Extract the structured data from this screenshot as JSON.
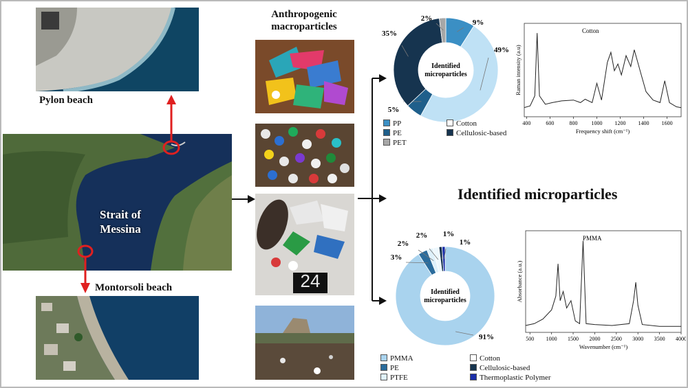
{
  "labels": {
    "pylon_beach": "Pylon beach",
    "montorsoli_beach": "Montorsoli beach",
    "strait_line1": "Strait of",
    "strait_line2": "Messina",
    "macro_line1": "Anthropogenic",
    "macro_line2": "macroparticles",
    "identified_title": "Identified microparticles",
    "sign_number": "24"
  },
  "chart_data": [
    {
      "type": "pie",
      "center_label": [
        "Identified",
        "microparticles"
      ],
      "slices": [
        {
          "name": "PP",
          "value": 9,
          "label": "9%",
          "color": "#3b8fc4"
        },
        {
          "name": "Cotton",
          "value": 49,
          "label": "49%",
          "color": "#bfe1f5"
        },
        {
          "name": "PE",
          "value": 5,
          "label": "5%",
          "color": "#1f5f8b"
        },
        {
          "name": "Cellulosic-based",
          "value": 35,
          "label": "35%",
          "color": "#16344f"
        },
        {
          "name": "PET",
          "value": 2,
          "label": "2%",
          "color": "#a7a7a7"
        }
      ],
      "legend": [
        "PP",
        "Cotton",
        "PE",
        "Cellulosic-based",
        "PET"
      ]
    },
    {
      "type": "pie",
      "center_label": [
        "Identified",
        "microparticles"
      ],
      "slices": [
        {
          "name": "PMMA",
          "value": 91,
          "label": "91%",
          "color": "#a9d3ee"
        },
        {
          "name": "PE",
          "value": 3,
          "label": "3%",
          "color": "#2b6c9c"
        },
        {
          "name": "PTFE",
          "value": 2,
          "label": "2%",
          "color": "#dff1fb"
        },
        {
          "name": "Cotton",
          "value": 2,
          "label": "2%",
          "color": "#eef8fd"
        },
        {
          "name": "Cellulosic-based",
          "value": 1,
          "label": "1%",
          "color": "#16344f"
        },
        {
          "name": "Thermoplastic Polymer",
          "value": 1,
          "label": "1%",
          "color": "#1a2ea8"
        }
      ],
      "legend": [
        "PMMA",
        "Cotton",
        "PE",
        "Cellulosic-based",
        "PTFE",
        "Thermoplastic Polymer"
      ]
    },
    {
      "type": "line",
      "title": "Cotton",
      "xlabel": "Frequency shift (cm⁻¹)",
      "ylabel": "Raman intensity (a.u)",
      "xlim": [
        380,
        1720
      ],
      "xticks": [
        "400",
        "600",
        "800",
        "1000",
        "1200",
        "1400",
        "1600"
      ],
      "series": [
        {
          "x": [
            380,
            430,
            470,
            490,
            510,
            560,
            620,
            700,
            800,
            860,
            900,
            960,
            1000,
            1040,
            1090,
            1120,
            1150,
            1180,
            1210,
            1250,
            1290,
            1320,
            1340,
            1380,
            1420,
            1480,
            1540,
            1580,
            1620,
            1680,
            1720
          ],
          "y": [
            0.06,
            0.08,
            0.2,
            0.95,
            0.2,
            0.1,
            0.12,
            0.14,
            0.15,
            0.12,
            0.16,
            0.12,
            0.35,
            0.15,
            0.6,
            0.72,
            0.5,
            0.58,
            0.45,
            0.68,
            0.55,
            0.75,
            0.65,
            0.45,
            0.25,
            0.15,
            0.12,
            0.38,
            0.12,
            0.07,
            0.06
          ]
        }
      ]
    },
    {
      "type": "line",
      "title": "PMMA",
      "xlabel": "Wavenumber (cm⁻¹)",
      "ylabel": "Absorbance (a.u.)",
      "xlim": [
        400,
        4000
      ],
      "xticks": [
        "500",
        "1000",
        "1500",
        "2000",
        "2500",
        "3000",
        "3500",
        "4000"
      ],
      "series": [
        {
          "x": [
            400,
            600,
            800,
            1000,
            1100,
            1150,
            1200,
            1270,
            1350,
            1450,
            1550,
            1650,
            1730,
            1800,
            2000,
            2400,
            2800,
            2900,
            2950,
            3000,
            3100,
            3500,
            4000
          ],
          "y": [
            0.03,
            0.05,
            0.1,
            0.2,
            0.35,
            0.7,
            0.3,
            0.4,
            0.22,
            0.3,
            0.08,
            0.05,
            0.95,
            0.05,
            0.04,
            0.03,
            0.05,
            0.3,
            0.5,
            0.25,
            0.04,
            0.02,
            0.02
          ]
        }
      ]
    }
  ]
}
